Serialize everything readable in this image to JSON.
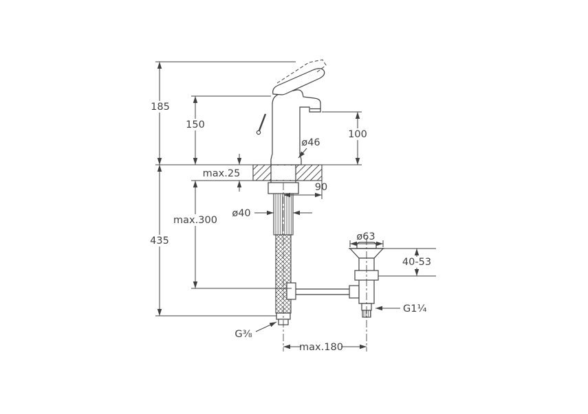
{
  "colors": {
    "background": "#ffffff",
    "ink": "#3f3f3f"
  },
  "dims": {
    "d185": "185",
    "d150": "150",
    "d100": "100",
    "dia46": "ø46",
    "max25": "max.25",
    "d90": "90",
    "dia40": "ø40",
    "max300": "max.300",
    "d435": "435",
    "dia63": "ø63",
    "range4053": "40-53",
    "g114": "G1¼",
    "g38": "G⅜",
    "max180": "max.180"
  }
}
